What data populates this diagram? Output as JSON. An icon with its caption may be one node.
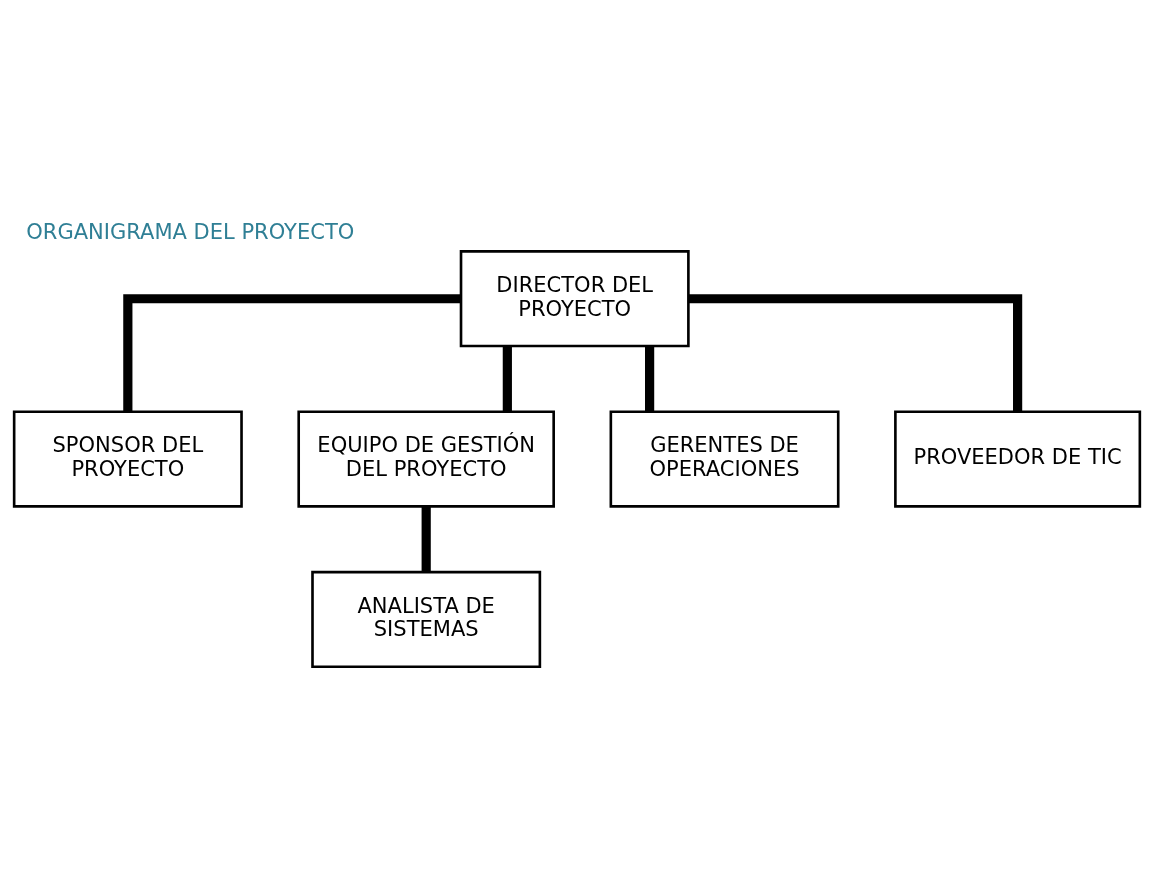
{
  "diagram": {
    "title": "ORGANIGRAMA DEL PROYECTO",
    "nodes": [
      {
        "text": [
          "DIRECTOR DEL PROYECTO"
        ]
      },
      {
        "text": [
          "SPONSOR DEL PROYECTO"
        ]
      },
      {
        "text": [
          "EQUIPO DE GESTIÓN DEL PROYECTO"
        ]
      },
      {
        "text": [
          "GERENTES DE OPERACIONES"
        ]
      },
      {
        "text": [
          "PROVEEDOR DE TIC"
        ]
      },
      {
        "text": [
          "ANALISTA DE SISTEMAS"
        ]
      }
    ],
    "edges": [
      {
        "from": 0,
        "to": 1,
        "arrow": "none"
      },
      {
        "from": 0,
        "to": 2,
        "arrow": "none"
      },
      {
        "from": 0,
        "to": 3,
        "arrow": "none"
      },
      {
        "from": 0,
        "to": 4,
        "arrow": "none"
      },
      {
        "from": 2,
        "to": 5,
        "arrow": "none"
      }
    ]
  }
}
